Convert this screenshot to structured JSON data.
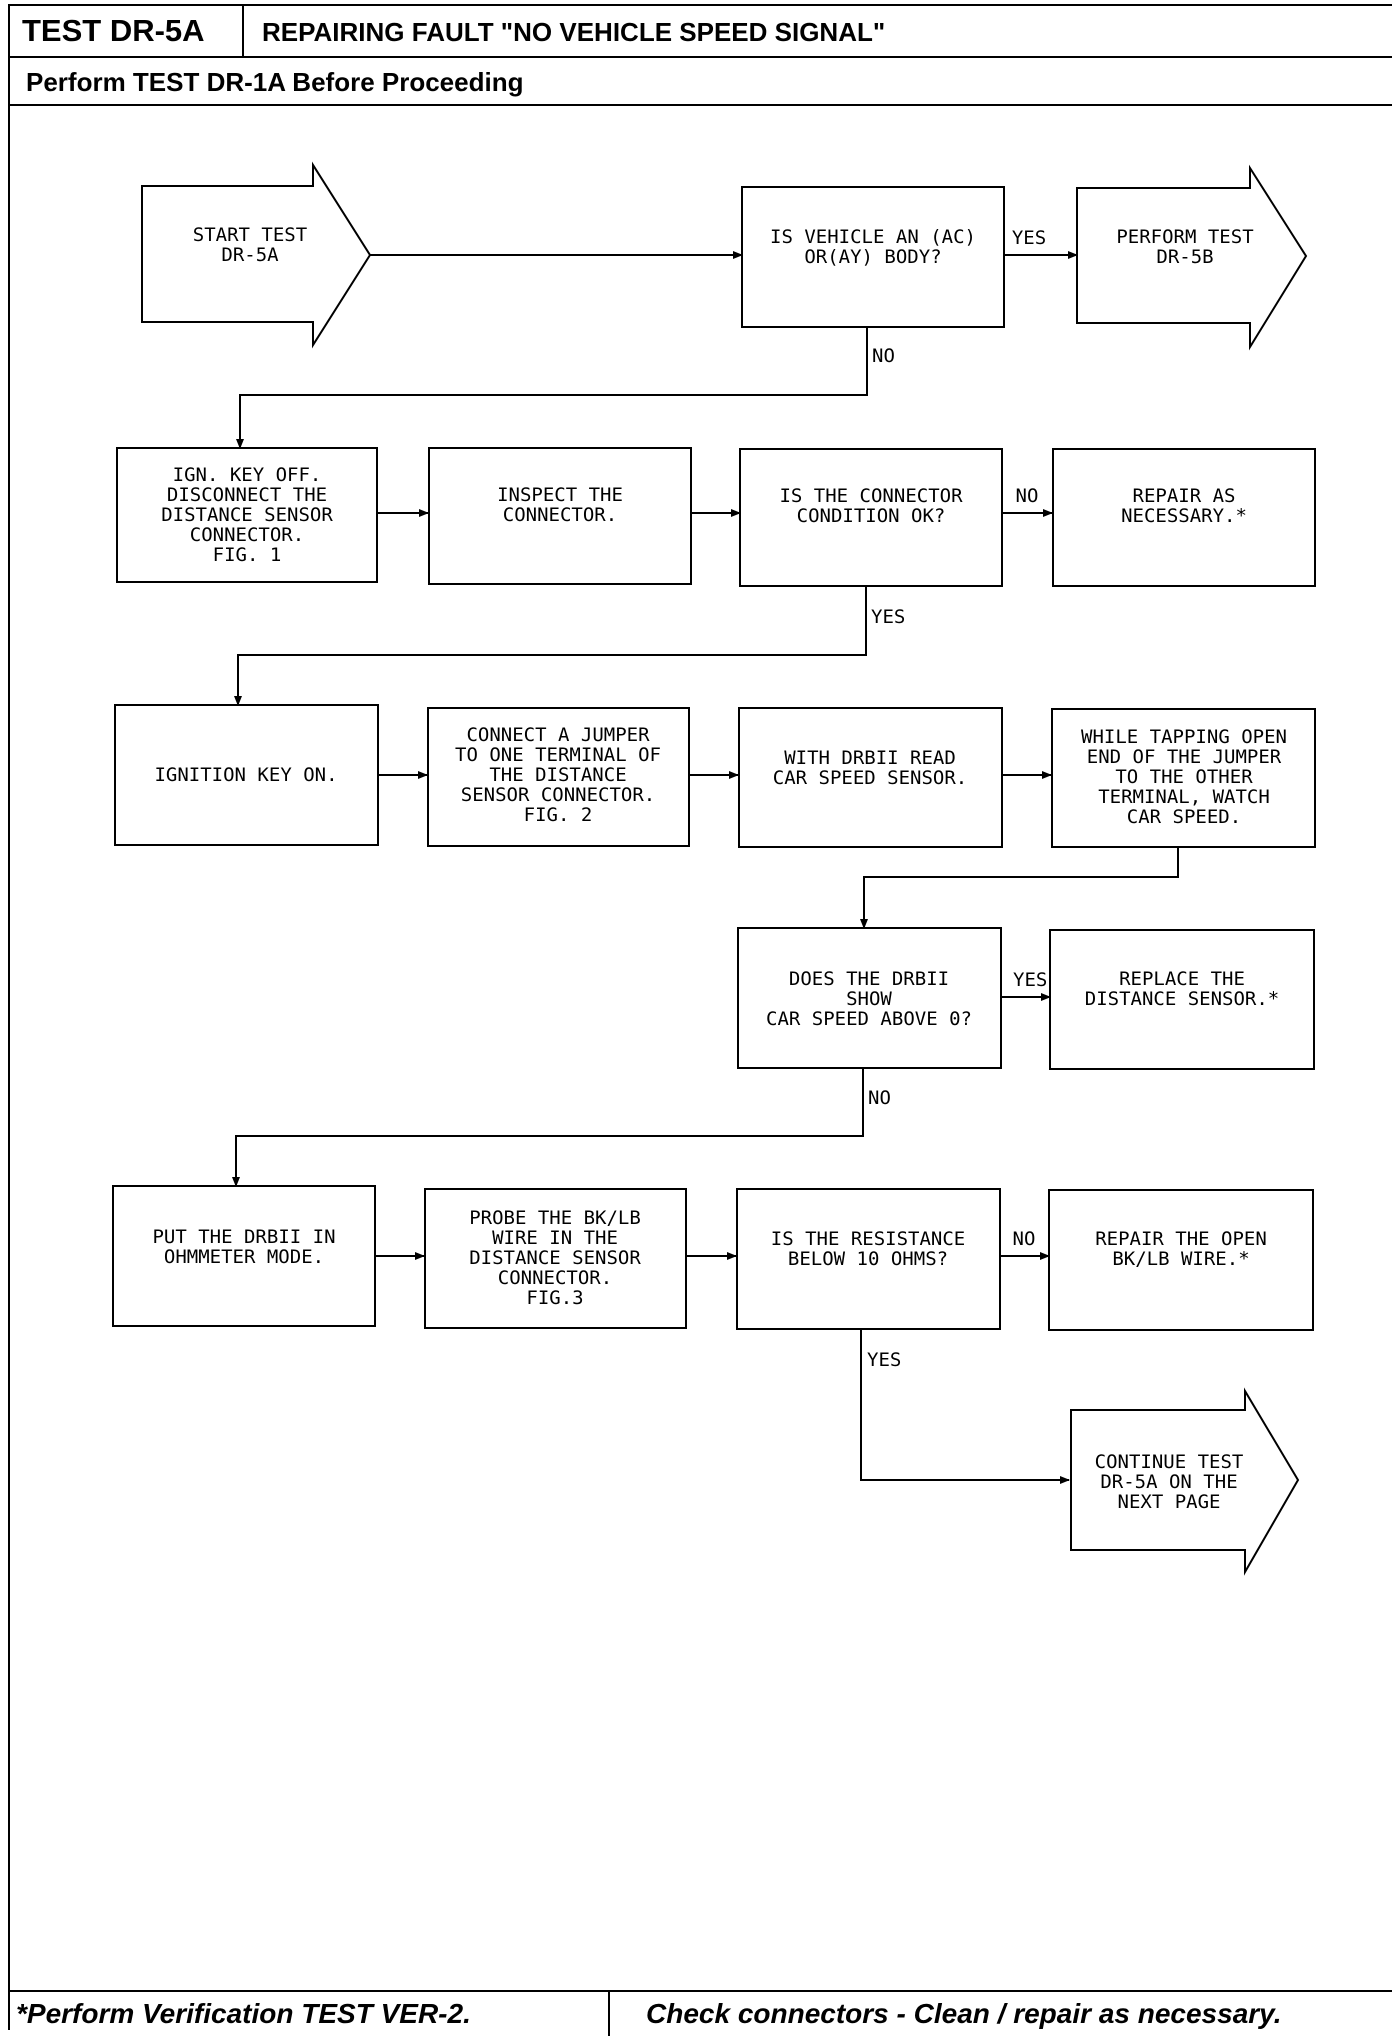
{
  "header": {
    "test_id": "TEST DR-5A",
    "title": "REPAIRING FAULT \"NO VEHICLE SPEED SIGNAL\"",
    "prerequisite": "Perform TEST DR-1A Before Proceeding"
  },
  "nodes": {
    "start": [
      "START TEST",
      "DR-5A"
    ],
    "q_body": [
      "IS VEHICLE AN (AC)",
      "OR(AY) BODY?"
    ],
    "perform_5b": [
      "PERFORM TEST",
      "DR-5B"
    ],
    "ign_off": [
      "IGN. KEY OFF.",
      "DISCONNECT THE",
      "DISTANCE SENSOR",
      "CONNECTOR.",
      "FIG. 1"
    ],
    "inspect": [
      "INSPECT THE",
      "CONNECTOR."
    ],
    "q_connector": [
      "IS THE CONNECTOR",
      "CONDITION OK?"
    ],
    "repair_conn": [
      "REPAIR AS",
      "NECESSARY.*"
    ],
    "ign_on": [
      "IGNITION KEY ON."
    ],
    "jumper": [
      "CONNECT A JUMPER",
      "TO ONE TERMINAL OF",
      "THE DISTANCE",
      "SENSOR CONNECTOR.",
      "FIG. 2"
    ],
    "read_sensor": [
      "WITH DRBII READ",
      "CAR SPEED SENSOR."
    ],
    "tapping": [
      "WHILE TAPPING OPEN",
      "END OF THE JUMPER",
      "TO THE OTHER",
      "TERMINAL, WATCH",
      "CAR SPEED."
    ],
    "q_speed": [
      "DOES THE DRBII",
      "SHOW",
      "CAR SPEED ABOVE 0?"
    ],
    "replace_sensor": [
      "REPLACE THE",
      "DISTANCE SENSOR.*"
    ],
    "ohm_mode": [
      "PUT THE DRBII IN",
      "OHMMETER MODE."
    ],
    "probe": [
      "PROBE THE BK/LB",
      "WIRE IN THE",
      "DISTANCE SENSOR",
      "CONNECTOR.",
      "FIG.3"
    ],
    "q_resist": [
      "IS THE RESISTANCE",
      "BELOW 10 OHMS?"
    ],
    "repair_wire": [
      "REPAIR THE OPEN",
      "BK/LB WIRE.*"
    ],
    "continue": [
      "CONTINUE TEST",
      "DR-5A ON THE",
      "NEXT PAGE"
    ]
  },
  "labels": {
    "yes1": "YES",
    "no1": "NO",
    "no2": "NO",
    "yes2": "YES",
    "yes3": "YES",
    "no3": "NO",
    "no4": "NO",
    "yes4": "YES"
  },
  "footer": {
    "left": "*Perform Verification TEST VER-2.",
    "right": "Check connectors - Clean / repair as necessary."
  }
}
